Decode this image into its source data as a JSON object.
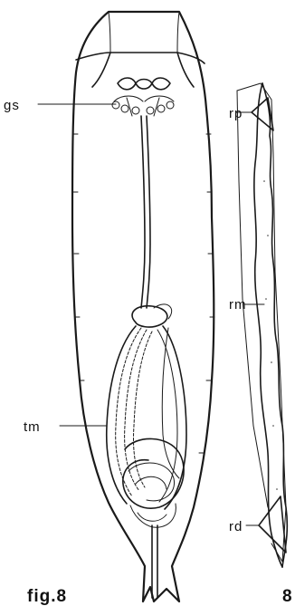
{
  "figure": {
    "caption_left": "fig.8",
    "caption_right": "8"
  },
  "labels": {
    "gs": "gs",
    "tm": "tm",
    "rp": "rp",
    "rm": "rm",
    "rd": "rd"
  }
}
